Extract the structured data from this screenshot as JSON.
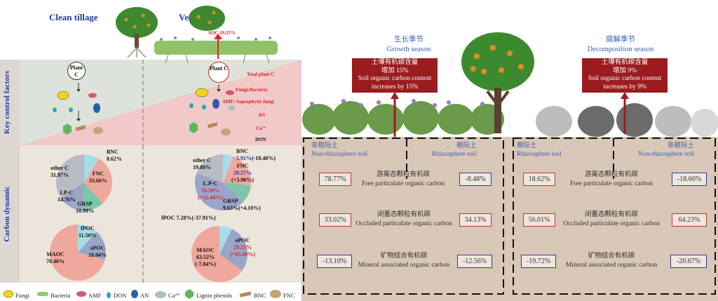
{
  "left_panel": {
    "title_clean": "Clean tillage",
    "title_vetch": "Vetch cover",
    "soc": "SOC 19.23%",
    "side_key": "Key control factors",
    "side_carbon": "Carbon dynamic",
    "plant_c": "Plant C",
    "factors": [
      "Total plant C",
      "Fungi:Bacteria",
      "AMF: Saprophytic fungi",
      "AN",
      "Ca²⁺",
      "DON"
    ],
    "pie1_clean": {
      "bnc": "BNC",
      "bnc_val": "8.62%",
      "fnc": "FNC",
      "fnc_val": "33.66%",
      "other": "other C",
      "other_val": "31.97%",
      "lpc": "LP-C",
      "lpc_val": "14.76%",
      "grsp": "GRSP",
      "grsp_val": "10.99%"
    },
    "pie2_clean": {
      "fpoc": "fPOC",
      "fpoc_val": "11.50%",
      "opoc": "oPOC",
      "opoc_val": "18.04%",
      "maoc": "MAOC",
      "maoc_val": "70.46%"
    },
    "pie1_vetch": {
      "bnc": "BNC",
      "bnc_val": "5.91%",
      "bnc_chg": "(-18.40%)",
      "fnc": "FNC",
      "fnc_val": "29.27%",
      "fnc_chg": "(+3.90%)",
      "other": "other C",
      "other_val": "19.80%",
      "lpc": "L.P-C",
      "lpc_val": "35.39%",
      "lpc_chg": "(+52.44%)",
      "grsp": "GRSP",
      "grsp_val": "9.63%(+4.10%)"
    },
    "pie2_vetch": {
      "fpoc": "fPOC 7.28%(-37.91%)",
      "opoc": "oPOC",
      "opoc_val": "29.21%",
      "opoc_chg": "(+65.49%)",
      "maoc": "MAOC",
      "maoc_val": "63.52%",
      "maoc_chg": "(-7.84%)"
    },
    "legend": [
      "Fungi",
      "Bacteria",
      "AMF",
      "DON",
      "AN",
      "Ca²⁺",
      "Lignin phenols",
      "BNC",
      "FNC"
    ]
  },
  "right_panel": {
    "season_growth_cn": "生长季节",
    "season_growth_en": "Growth season",
    "season_decomp_cn": "腐解季节",
    "season_decomp_en": "Decomposition season",
    "banner_growth": [
      "土壤有机碳含量",
      "增加 15%",
      "Soil organic carbon content",
      "increases by 15%"
    ],
    "banner_decomp": [
      "土壤有机碳含量",
      "增加 9%",
      "Soil organic carbon content",
      "increases by 9%"
    ],
    "soil_labels": [
      {
        "cn": "非根际土",
        "en": "Non-rhizosphere soil"
      },
      {
        "cn": "根际土",
        "en": "Rhizosphere soil"
      },
      {
        "cn": "根际土",
        "en": "Rhizosphere soil"
      },
      {
        "cn": "非根际土",
        "en": "Non-rhizosphere soil"
      }
    ],
    "rows": [
      {
        "cn": "游离态颗粒有机碳",
        "en": "Free particulate organic carbon",
        "vals": [
          "78.77%",
          "-8.48%",
          "18.62%",
          "-18.66%"
        ]
      },
      {
        "cn": "闭蓄态颗粒有机碳",
        "en": "Occluded particulate organic carbon",
        "vals": [
          "33.02%",
          "34.13%",
          "56.01%",
          "64.23%"
        ]
      },
      {
        "cn": "矿物结合有机碳",
        "en": "Mineral associated organic carbon",
        "vals": [
          "-13.10%",
          "-12.56%",
          "-19.72%",
          "-20.67%"
        ]
      }
    ],
    "colors": {
      "banner": "#9b1c1f",
      "soil": "#d9c7b8",
      "pos_box": "#c0392b",
      "neg_box": "#2d3f8f"
    }
  }
}
